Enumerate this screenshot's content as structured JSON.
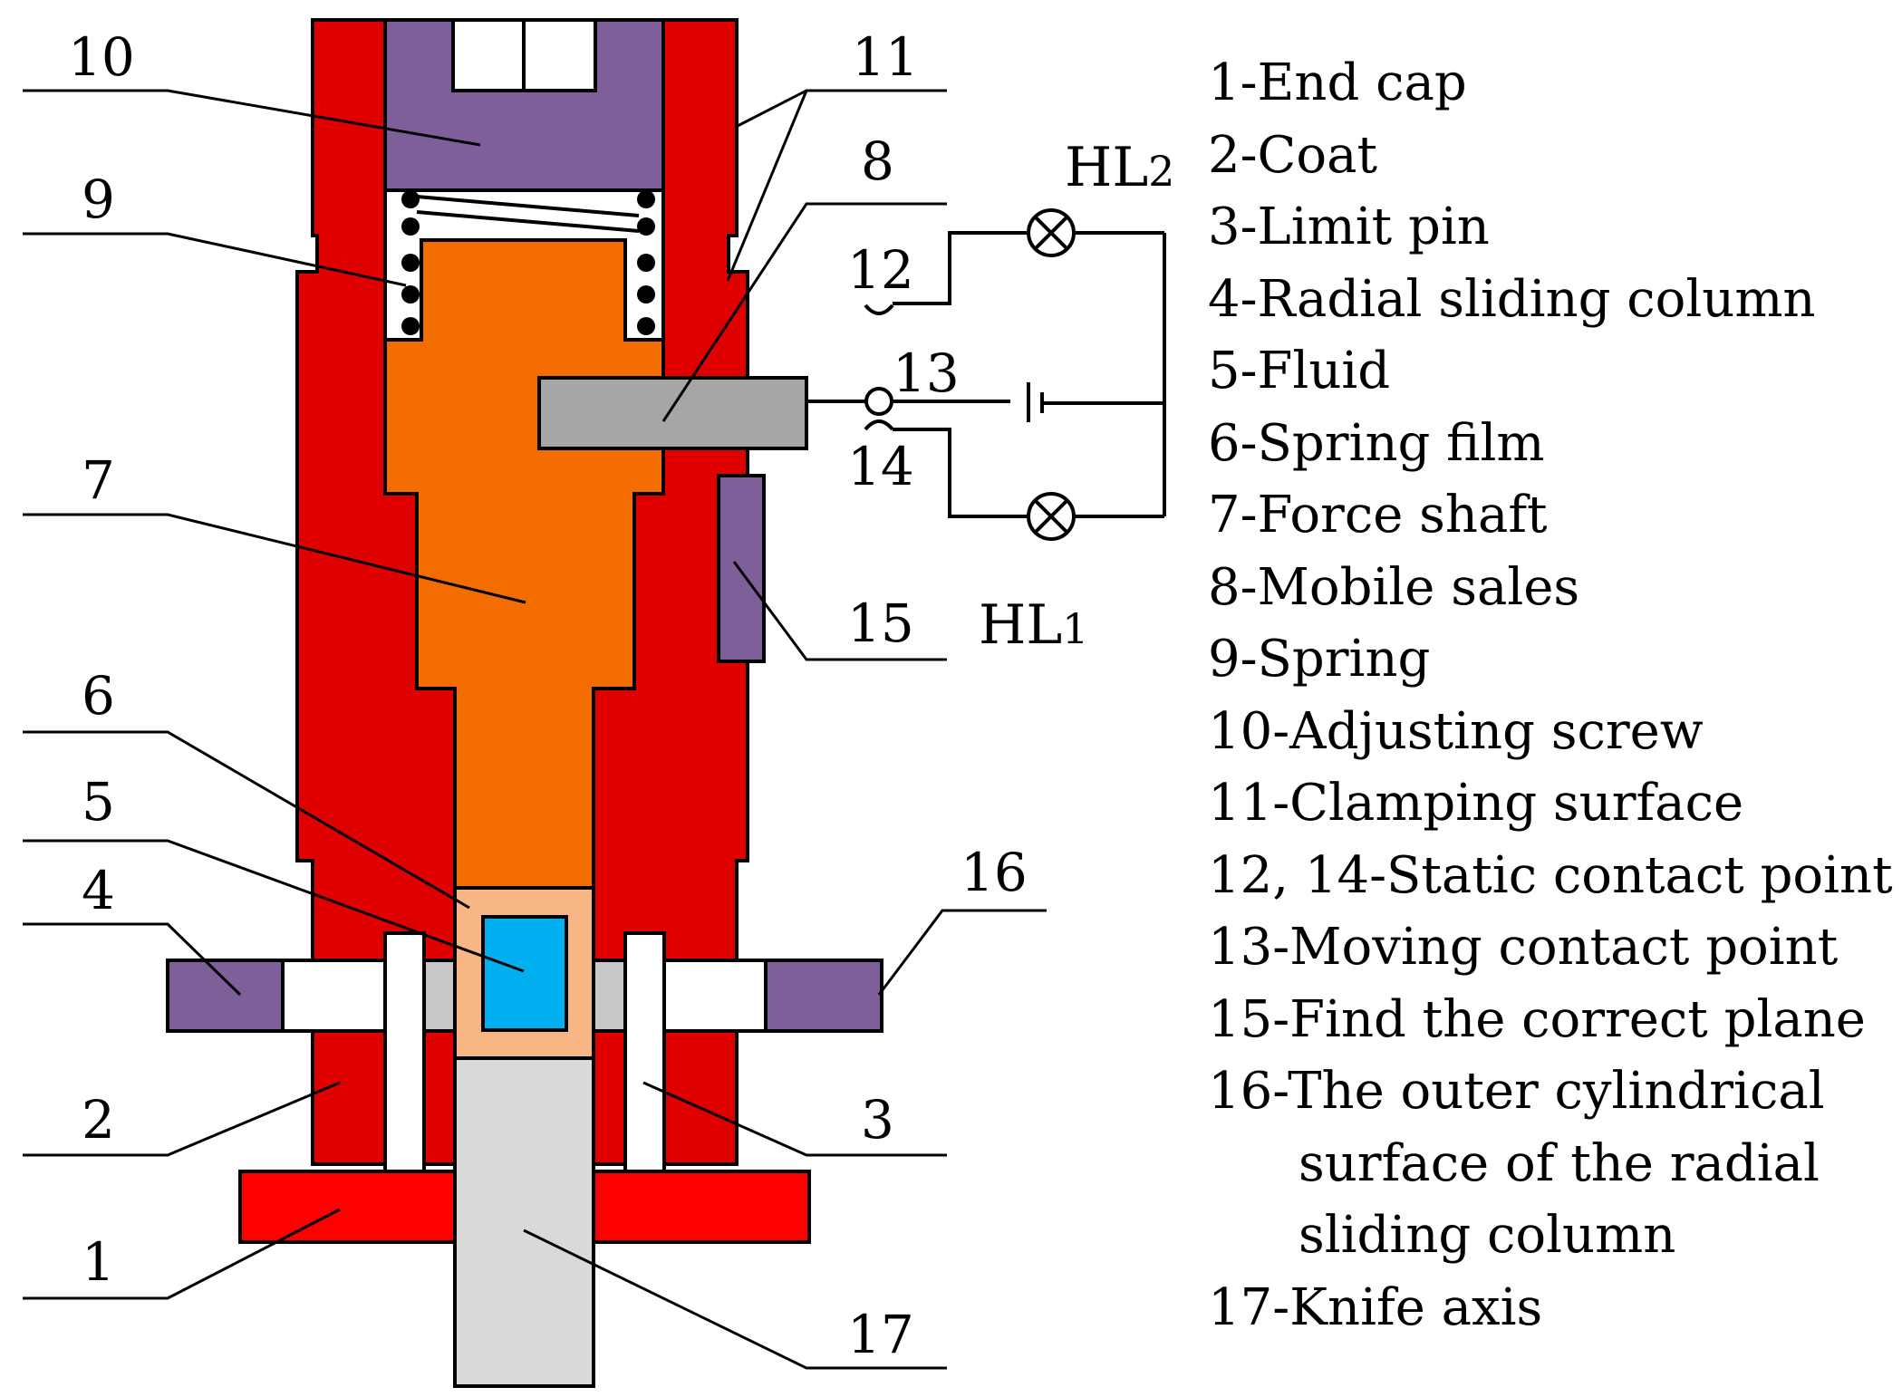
{
  "callouts": [
    "10",
    "11",
    "9",
    "8",
    "12",
    "13",
    "14",
    "7",
    "15",
    "6",
    "5",
    "16",
    "4",
    "2",
    "3",
    "1",
    "17"
  ],
  "circuit": {
    "hl2_main": "HL",
    "hl2_sub": "2",
    "hl1_main": "HL",
    "hl1_sub": "1"
  },
  "legend": [
    "1-End cap",
    "2-Coat",
    "3-Limit pin",
    "4-Radial sliding column",
    "5-Fluid",
    "6-Spring film",
    "7-Force shaft",
    "8-Mobile sales",
    "9-Spring",
    "10-Adjusting screw",
    "11-Clamping surface",
    "12, 14-Static contact point",
    "13-Moving contact point",
    "15-Find the correct plane",
    "16-The outer cylindrical",
    "surface of the radial",
    "sliding column",
    "17-Knife axis"
  ],
  "colors": {
    "coat_red": "#e00000",
    "end_cap_red": "#ff0000",
    "force_shaft_orange": "#f26c00",
    "adjusting_screw_purple": "#7f5f9a",
    "fluid_blue": "#00b0f0",
    "spring_film_peach": "#f8b684",
    "mobile_pin_gray": "#a6a6a6",
    "knife_axis_gray": "#d9d9d9",
    "sliding_gray": "#c8c8c8"
  }
}
